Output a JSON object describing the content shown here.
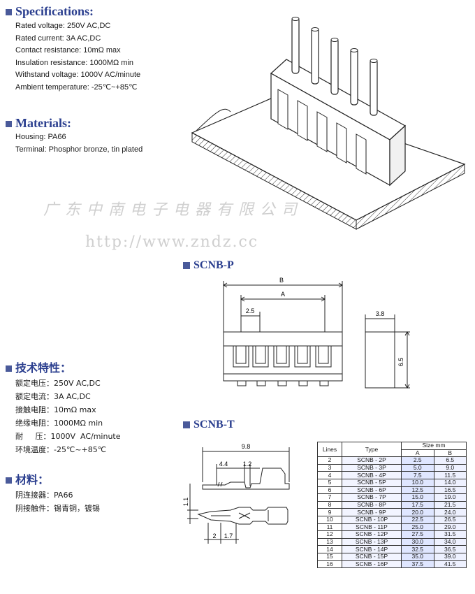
{
  "specifications": {
    "title": "Specifications:",
    "lines": [
      "Rated voltage: 250V  AC,DC",
      "Rated current: 3A  AC,DC",
      "Contact resistance: 10mΩ max",
      "Insulation resistance: 1000MΩ  min",
      "Withstand voltage: 1000V  AC/minute",
      "Ambient temperature: -25℃~+85℃"
    ]
  },
  "materials": {
    "title": "Materials:",
    "lines": [
      "Housing: PA66",
      "Terminal: Phosphor bronze, tin plated"
    ]
  },
  "watermark": {
    "company": "广 东 中 南 电 子 电 器 有 限 公 司",
    "url": "http://www.zndz.cc"
  },
  "scnb_p": {
    "title": "SCNB-P",
    "dim_b": "B",
    "dim_a": "A",
    "dim_pitch": "2.5",
    "dim_depth": "3.8",
    "dim_height": "6.5"
  },
  "tech_zh": {
    "title": "技术特性：",
    "lines": [
      "额定电压：250V  AC,DC",
      "额定电流：3A  AC,DC",
      "接触电阻：10mΩ max",
      "绝缘电阻：1000MΩ  min",
      "耐     压：1000V  AC/minute",
      "环境温度：-25℃~+85℃"
    ]
  },
  "materials_zh": {
    "title": "材料：",
    "lines": [
      "阴连接器：PA66",
      "阴接触件：锡青铜，镀锡"
    ]
  },
  "scnb_t": {
    "title": "SCNB-T",
    "dim_total": "9.8",
    "dim_a": "4.4",
    "dim_b": "1.2",
    "dim_side": "1.1",
    "dim_c": "2",
    "dim_d": "1.7"
  },
  "size_table": {
    "col_lines": "Lines",
    "col_type": "Type",
    "col_size": "Size mm",
    "col_a": "A",
    "col_b": "B",
    "rows": [
      {
        "lines": "2",
        "type": "SCNB - 2P",
        "a": "2.5",
        "b": "6.5"
      },
      {
        "lines": "3",
        "type": "SCNB - 3P",
        "a": "5.0",
        "b": "9.0"
      },
      {
        "lines": "4",
        "type": "SCNB - 4P",
        "a": "7.5",
        "b": "11.5"
      },
      {
        "lines": "5",
        "type": "SCNB - 5P",
        "a": "10.0",
        "b": "14.0"
      },
      {
        "lines": "6",
        "type": "SCNB - 6P",
        "a": "12.5",
        "b": "16.5"
      },
      {
        "lines": "7",
        "type": "SCNB - 7P",
        "a": "15.0",
        "b": "19.0"
      },
      {
        "lines": "8",
        "type": "SCNB - 8P",
        "a": "17.5",
        "b": "21.5"
      },
      {
        "lines": "9",
        "type": "SCNB - 9P",
        "a": "20.0",
        "b": "24.0"
      },
      {
        "lines": "10",
        "type": "SCNB - 10P",
        "a": "22.5",
        "b": "26.5"
      },
      {
        "lines": "11",
        "type": "SCNB - 11P",
        "a": "25.0",
        "b": "29.0"
      },
      {
        "lines": "12",
        "type": "SCNB - 12P",
        "a": "27.5",
        "b": "31.5"
      },
      {
        "lines": "13",
        "type": "SCNB - 13P",
        "a": "30.0",
        "b": "34.0"
      },
      {
        "lines": "14",
        "type": "SCNB - 14P",
        "a": "32.5",
        "b": "36.5"
      },
      {
        "lines": "15",
        "type": "SCNB - 15P",
        "a": "35.0",
        "b": "39.0"
      },
      {
        "lines": "16",
        "type": "SCNB - 16P",
        "a": "37.5",
        "b": "41.5"
      }
    ]
  }
}
